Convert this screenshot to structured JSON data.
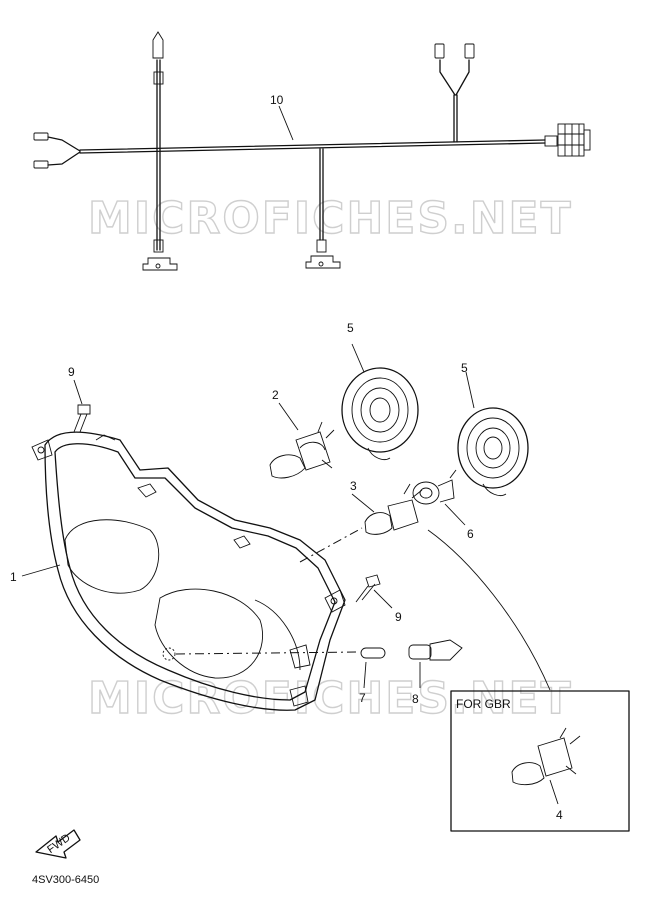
{
  "watermark": "MICROFICHES.NET",
  "callouts": {
    "p1": "1",
    "p2": "2",
    "p3": "3",
    "p4": "4",
    "p5": "5",
    "p6": "6",
    "p7": "7",
    "p8": "8",
    "p9": "9",
    "p10": "10"
  },
  "inset_label": "FOR GBR",
  "fwd_label": "FWD",
  "diagram_code": "4SV300-6450"
}
